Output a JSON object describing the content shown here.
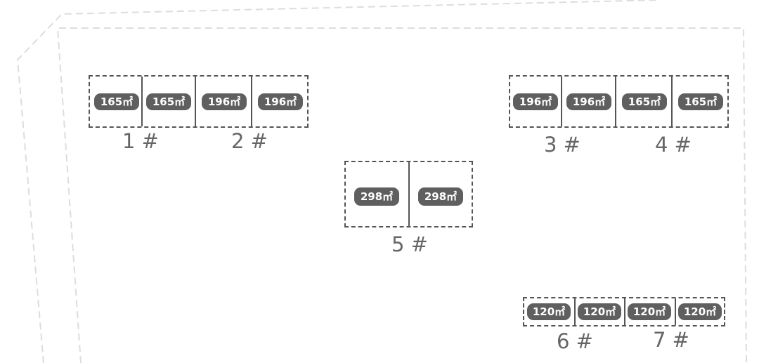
{
  "colors": {
    "outline": "#555555",
    "badge_fill": "#5f5f5f",
    "badge_text": "#ffffff",
    "label_text": "#666666",
    "boundary": "#dddddd"
  },
  "buildings": [
    {
      "label": "1 #",
      "units": [
        {
          "area": "165㎡"
        },
        {
          "area": "165㎡"
        }
      ]
    },
    {
      "label": "2 #",
      "units": [
        {
          "area": "196㎡"
        },
        {
          "area": "196㎡"
        }
      ]
    },
    {
      "label": "3 #",
      "units": [
        {
          "area": "196㎡"
        },
        {
          "area": "196㎡"
        }
      ]
    },
    {
      "label": "4 #",
      "units": [
        {
          "area": "165㎡"
        },
        {
          "area": "165㎡"
        }
      ]
    },
    {
      "label": "5 #",
      "units": [
        {
          "area": "298㎡"
        },
        {
          "area": "298㎡"
        }
      ]
    },
    {
      "label": "6 #",
      "units": [
        {
          "area": "120㎡"
        },
        {
          "area": "120㎡"
        }
      ]
    },
    {
      "label": "7 #",
      "units": [
        {
          "area": "120㎡"
        },
        {
          "area": "120㎡"
        }
      ]
    }
  ]
}
